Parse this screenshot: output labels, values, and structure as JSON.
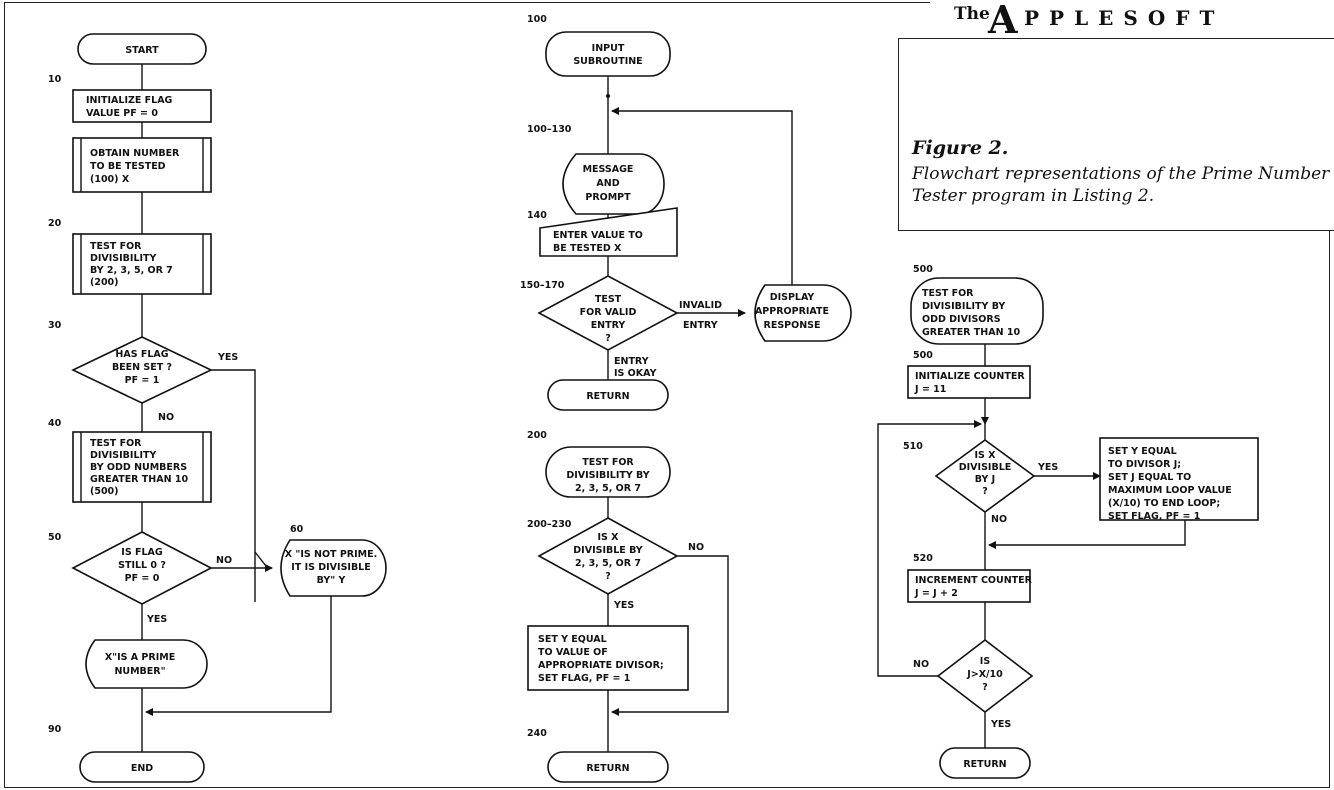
{
  "masthead": {
    "the": "The",
    "initial": "A",
    "rest": "PPLESOFT"
  },
  "figure": {
    "title": "Figure 2.",
    "description": "Flowchart representations of the Prime Number Tester program in Listing 2."
  },
  "main_flow": {
    "start": "START",
    "l10": "10",
    "init": [
      "INITIALIZE FLAG",
      "VALUE    PF = 0"
    ],
    "obtain": [
      "OBTAIN NUMBER",
      "TO BE TESTED",
      "(100)  X"
    ],
    "l20": "20",
    "test_small": [
      "TEST FOR",
      "DIVISIBILITY",
      "BY 2, 3, 5, OR 7",
      "(200)"
    ],
    "l30": "30",
    "flag_set": [
      "HAS FLAG",
      "BEEN SET ?",
      "PF = 1"
    ],
    "yes1": "YES",
    "no1": "NO",
    "l40": "40",
    "test_odd": [
      "TEST FOR",
      "DIVISIBILITY",
      "BY ODD NUMBERS",
      "GREATER THAN 10",
      "(500)"
    ],
    "l50": "50",
    "flag_zero": [
      "IS FLAG",
      "STILL 0 ?",
      "PF = 0"
    ],
    "no2": "NO",
    "yes2": "YES",
    "l60": "60",
    "not_prime": [
      "X \"IS NOT PRIME.",
      "IT IS DIVISIBLE",
      "BY\"  Y"
    ],
    "is_prime": [
      "X\"IS A PRIME",
      "NUMBER\""
    ],
    "l90": "90",
    "end": "END"
  },
  "input_flow": {
    "l100": "100",
    "input_sub": [
      "INPUT",
      "SUBROUTINE"
    ],
    "l100_130": "100–130",
    "message": [
      "MESSAGE",
      "AND",
      "PROMPT"
    ],
    "l140": "140",
    "enter": [
      "ENTER VALUE TO",
      "BE TESTED   X"
    ],
    "l150_170": "150–170",
    "test_valid": [
      "TEST",
      "FOR VALID",
      "ENTRY",
      "?"
    ],
    "invalid": [
      "INVALID",
      "ENTRY"
    ],
    "display": [
      "DISPLAY",
      "APPROPRIATE",
      "RESPONSE"
    ],
    "okay": [
      "ENTRY",
      "IS OKAY"
    ],
    "return1": "RETURN"
  },
  "div_flow": {
    "l200": "200",
    "test_div": [
      "TEST FOR",
      "DIVISIBILITY BY",
      "2, 3, 5, OR 7"
    ],
    "l200_230": "200–230",
    "is_div": [
      "IS X",
      "DIVISIBLE BY",
      "2, 3, 5, OR 7",
      "?"
    ],
    "no": "NO",
    "yes": "YES",
    "set_y": [
      "SET Y EQUAL",
      "TO VALUE OF",
      "APPROPRIATE DIVISOR;",
      "SET FLAG,  PF = 1"
    ],
    "l240": "240",
    "return2": "RETURN"
  },
  "odd_flow": {
    "l500a": "500",
    "test_odd": [
      "TEST FOR",
      "DIVISIBILITY BY",
      "ODD DIVISORS",
      "GREATER THAN 10"
    ],
    "l500b": "500",
    "init_counter": [
      "INITIALIZE COUNTER",
      "J = 11"
    ],
    "l510": "510",
    "is_div_j": [
      "IS X",
      "DIVISIBLE",
      "BY J",
      "?"
    ],
    "yes": "YES",
    "no": "NO",
    "set_y": [
      "SET  Y EQUAL",
      "TO DIVISOR J;",
      "SET J EQUAL TO",
      "MAXIMUM LOOP VALUE",
      "(X/10) TO END LOOP;",
      "SET FLAG,  PF = 1"
    ],
    "l520": "520",
    "increment": [
      "INCREMENT COUNTER",
      "J = J + 2"
    ],
    "no2": "NO",
    "is_j_gt": [
      "IS",
      "J>X/10",
      "?"
    ],
    "yes2": "YES",
    "return3": "RETURN"
  }
}
